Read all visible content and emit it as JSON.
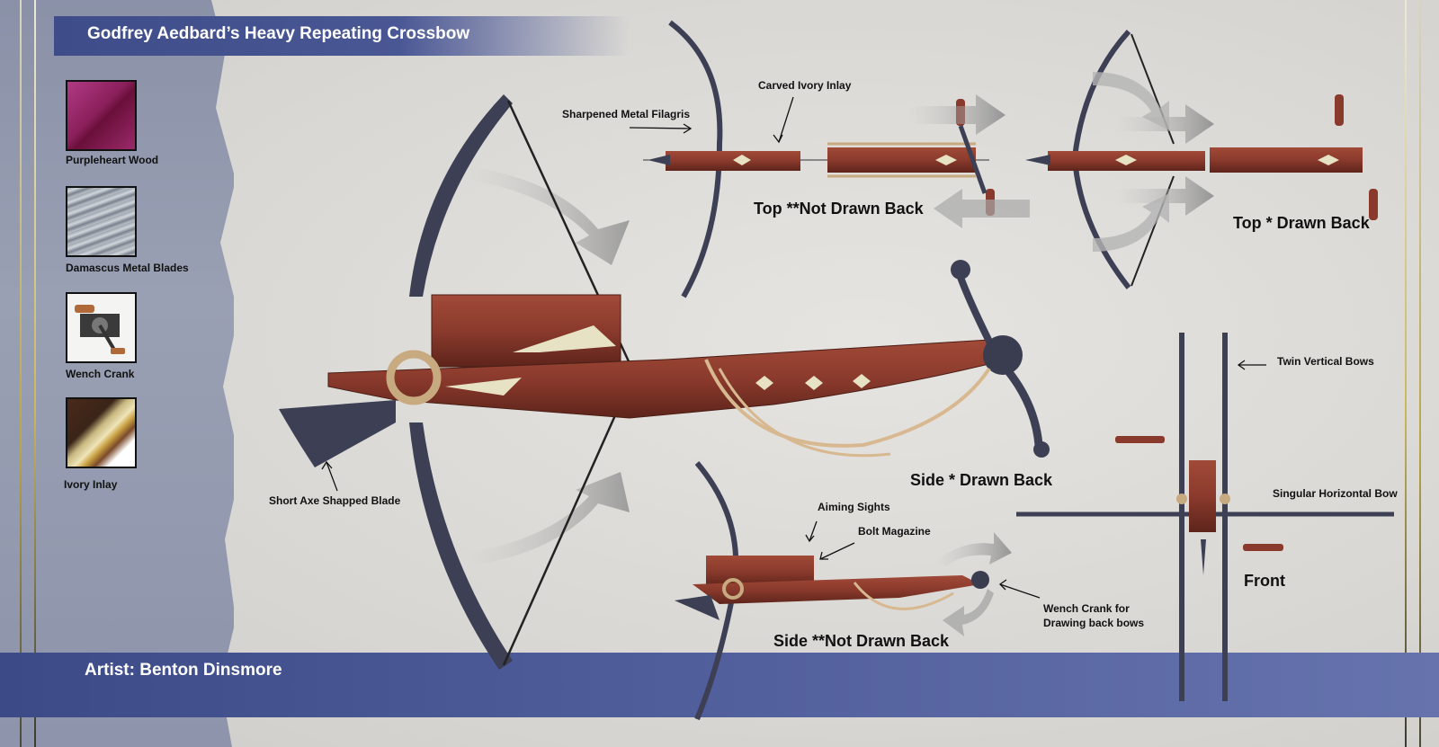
{
  "title": "Godfrey Aedbard’s Heavy Repeating Crossbow",
  "artist": "Artist: Benton Dinsmore",
  "materials": [
    {
      "label": "Purpleheart Wood",
      "icon": "purpleheart-wood-swatch"
    },
    {
      "label": "Damascus Metal Blades",
      "icon": "damascus-metal-swatch"
    },
    {
      "label": "Wench Crank",
      "icon": "wench-crank-swatch"
    },
    {
      "label": "Ivory Inlay",
      "icon": "ivory-inlay-swatch"
    }
  ],
  "callouts": {
    "sharpened_filagris": "Sharpened Metal Filagris",
    "carved_ivory": "Carved Ivory Inlay",
    "short_axe": "Short Axe Shapped Blade",
    "aiming_sights": "Aiming Sights",
    "bolt_magazine": "Bolt Magazine",
    "wench_crank_for": "Wench Crank for",
    "drawing_back": "Drawing back bows",
    "twin_vertical": "Twin Vertical Bows",
    "singular_horizontal": "Singular Horizontal Bow"
  },
  "views": {
    "top_not_drawn": "Top **Not Drawn Back",
    "top_drawn": "Top * Drawn Back",
    "side_drawn": "Side * Drawn Back",
    "side_not_drawn": "Side **Not Drawn Back",
    "front": "Front"
  },
  "colors": {
    "wood": "#8a3a2c",
    "wood_dark": "#5e241b",
    "metal": "#3d3f55",
    "ivory": "#e8e2c4",
    "band": "#44528f",
    "purpleheart": "#8a1f5a"
  }
}
